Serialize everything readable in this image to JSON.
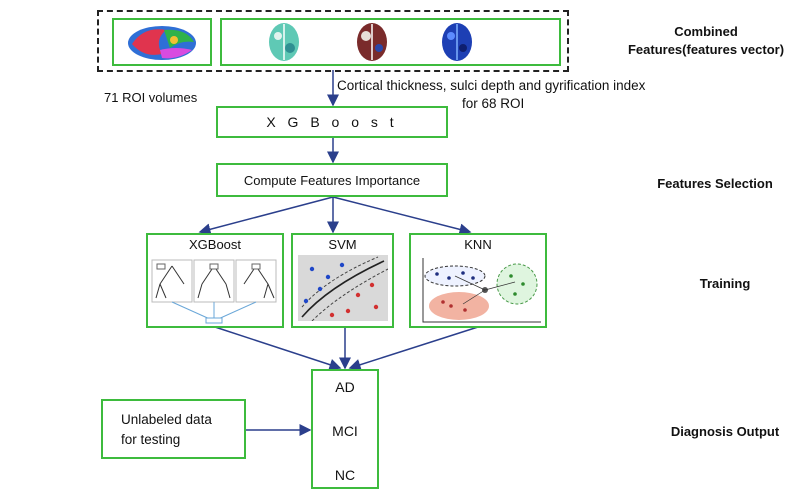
{
  "top": {
    "roi_volumes": "71 ROI volumes",
    "cortical_line1": "Cortical thickness, sulci depth and gyrification index",
    "cortical_line2": "for 68 ROI"
  },
  "steps": {
    "xgboost": "X G B o o s t",
    "importance": "Compute Features Importance"
  },
  "models": {
    "xgboost": "XGBoost",
    "svm": "SVM",
    "knn": "KNN"
  },
  "output": {
    "ad": "AD",
    "mci": "MCI",
    "nc": "NC"
  },
  "unlabeled": {
    "line1": "Unlabeled data",
    "line2": "for testing"
  },
  "stages": {
    "combined_line1": "Combined",
    "combined_line2": "Features(features vector)",
    "selection": "Features Selection",
    "training": "Training",
    "diagnosis": "Diagnosis Output"
  },
  "colors": {
    "box_border": "#3dbb3d",
    "arrow": "#2b3f8c"
  }
}
